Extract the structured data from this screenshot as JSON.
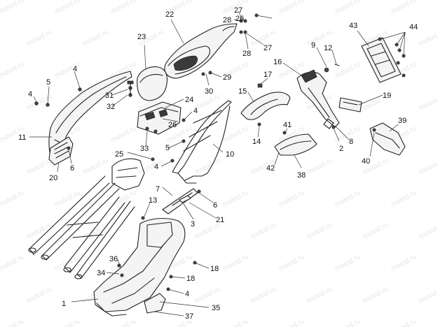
{
  "watermark": "motod.ru",
  "callouts": [
    {
      "id": "c1",
      "label": "1"
    },
    {
      "id": "c2",
      "label": "2"
    },
    {
      "id": "c3",
      "label": "3"
    },
    {
      "id": "c4a",
      "label": "4"
    },
    {
      "id": "c4b",
      "label": "4"
    },
    {
      "id": "c4c",
      "label": "4"
    },
    {
      "id": "c4d",
      "label": "4"
    },
    {
      "id": "c4e",
      "label": "4"
    },
    {
      "id": "c5a",
      "label": "5"
    },
    {
      "id": "c5b",
      "label": "5"
    },
    {
      "id": "c6a",
      "label": "6"
    },
    {
      "id": "c6b",
      "label": "6"
    },
    {
      "id": "c7",
      "label": "7"
    },
    {
      "id": "c8",
      "label": "8"
    },
    {
      "id": "c9",
      "label": "9"
    },
    {
      "id": "c10",
      "label": "10"
    },
    {
      "id": "c11",
      "label": "11"
    },
    {
      "id": "c12",
      "label": "12"
    },
    {
      "id": "c13",
      "label": "13"
    },
    {
      "id": "c14",
      "label": "14"
    },
    {
      "id": "c15",
      "label": "15"
    },
    {
      "id": "c16",
      "label": "16"
    },
    {
      "id": "c17",
      "label": "17"
    },
    {
      "id": "c18a",
      "label": "18"
    },
    {
      "id": "c18b",
      "label": "18"
    },
    {
      "id": "c19",
      "label": "19"
    },
    {
      "id": "c20",
      "label": "20"
    },
    {
      "id": "c21",
      "label": "21"
    },
    {
      "id": "c22",
      "label": "22"
    },
    {
      "id": "c23",
      "label": "23"
    },
    {
      "id": "c24",
      "label": "24"
    },
    {
      "id": "c25",
      "label": "25"
    },
    {
      "id": "c26a",
      "label": "26"
    },
    {
      "id": "c26b",
      "label": "26"
    },
    {
      "id": "c27a",
      "label": "27"
    },
    {
      "id": "c27b",
      "label": "27"
    },
    {
      "id": "c28a",
      "label": "28"
    },
    {
      "id": "c28b",
      "label": "28"
    },
    {
      "id": "c29",
      "label": "29"
    },
    {
      "id": "c30",
      "label": "30"
    },
    {
      "id": "c31",
      "label": "31"
    },
    {
      "id": "c32",
      "label": "32"
    },
    {
      "id": "c33",
      "label": "33"
    },
    {
      "id": "c34",
      "label": "34"
    },
    {
      "id": "c35",
      "label": "35"
    },
    {
      "id": "c36",
      "label": "36"
    },
    {
      "id": "c37",
      "label": "37"
    },
    {
      "id": "c38",
      "label": "38"
    },
    {
      "id": "c39",
      "label": "39"
    },
    {
      "id": "c40",
      "label": "40"
    },
    {
      "id": "c41",
      "label": "41"
    },
    {
      "id": "c42",
      "label": "42"
    },
    {
      "id": "c43",
      "label": "43"
    },
    {
      "id": "c44",
      "label": "44"
    }
  ]
}
